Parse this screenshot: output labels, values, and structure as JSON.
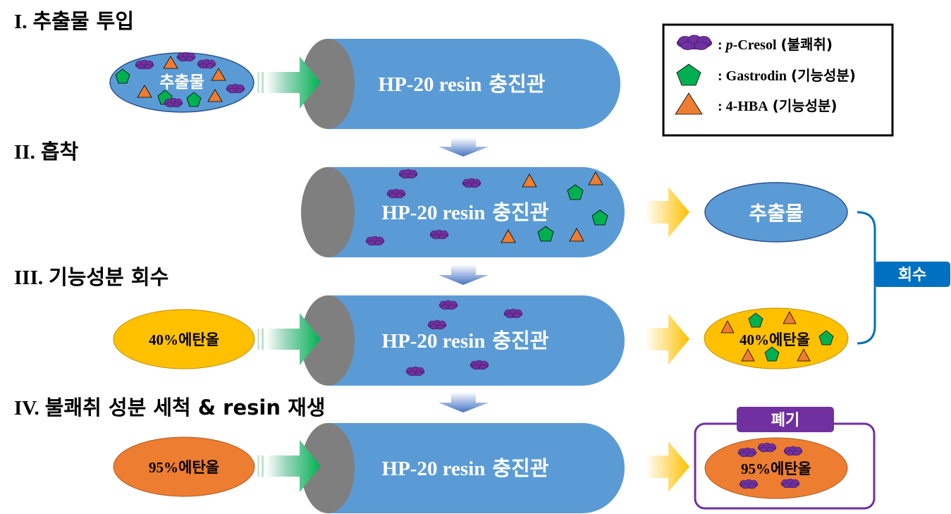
{
  "steps": {
    "s1": {
      "numeral": "I.",
      "text": "추출물 투입"
    },
    "s2": {
      "numeral": "II.",
      "text": "흡착"
    },
    "s3": {
      "numeral": "III.",
      "text": "기능성분 회수"
    },
    "s4": {
      "numeral": "IV.",
      "text": "불쾌취 성분 세척 & resin 재생"
    }
  },
  "column": {
    "label_en": "HP-20 resin",
    "label_ko": "충진관"
  },
  "inputs": {
    "extract": "추출물",
    "ethanol40": {
      "pct": "40%",
      "word": "에탄올"
    },
    "ethanol95": {
      "pct": "95%",
      "word": "에탄올"
    }
  },
  "outputs": {
    "extract": "추출물",
    "ethanol40": {
      "pct": "40%",
      "word": "에탄올"
    },
    "ethanol95": {
      "pct": "95%",
      "word": "에탄올"
    }
  },
  "badges": {
    "recover": "회수",
    "discard": "폐기"
  },
  "legend": {
    "items": [
      {
        "icon": "cloud-icon",
        "prefix": ": ",
        "italic": "p",
        "rest": "-Cresol",
        "note": "(불쾌취)"
      },
      {
        "icon": "pentagon-icon",
        "prefix": ": ",
        "italic": "",
        "rest": "Gastrodin",
        "note": "(기능성분)"
      },
      {
        "icon": "triangle-icon",
        "prefix": ": ",
        "italic": "",
        "rest": "4-HBA",
        "note": "(기능성분)"
      }
    ]
  },
  "colors": {
    "cylinder": "#5b9bd5",
    "cylinder_cap": "#7f7f7f",
    "ethanol40": "#ffc000",
    "ethanol95": "#ed7d31",
    "p_cresol": "#7030a0",
    "gastrodin": "#00b050",
    "hba": "#ed7d31",
    "recover_badge": "#0070c0",
    "discard_badge": "#7030a0"
  }
}
